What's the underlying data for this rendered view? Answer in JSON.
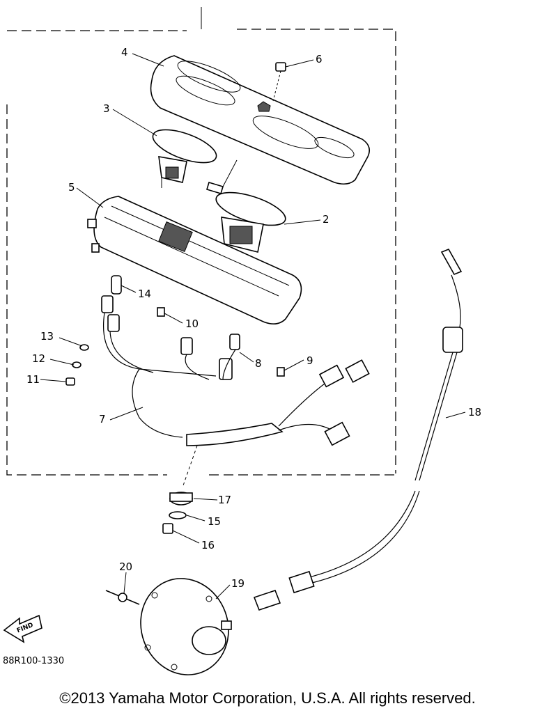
{
  "diagram": {
    "callouts": [
      {
        "id": "c4",
        "label": "4"
      },
      {
        "id": "c6",
        "label": "6"
      },
      {
        "id": "c3",
        "label": "3"
      },
      {
        "id": "c5",
        "label": "5"
      },
      {
        "id": "c2",
        "label": "2"
      },
      {
        "id": "c14",
        "label": "14"
      },
      {
        "id": "c10",
        "label": "10"
      },
      {
        "id": "c13",
        "label": "13"
      },
      {
        "id": "c12",
        "label": "12"
      },
      {
        "id": "c11",
        "label": "11"
      },
      {
        "id": "c8",
        "label": "8"
      },
      {
        "id": "c9",
        "label": "9"
      },
      {
        "id": "c7",
        "label": "7"
      },
      {
        "id": "c18",
        "label": "18"
      },
      {
        "id": "c17",
        "label": "17"
      },
      {
        "id": "c15",
        "label": "15"
      },
      {
        "id": "c16",
        "label": "16"
      },
      {
        "id": "c20",
        "label": "20"
      },
      {
        "id": "c19",
        "label": "19"
      }
    ],
    "find_label": "FIND",
    "ref_code": "88R100-1330"
  },
  "footer": {
    "copyright": "©2013 Yamaha Motor Corporation, U.S.A. All rights reserved."
  }
}
